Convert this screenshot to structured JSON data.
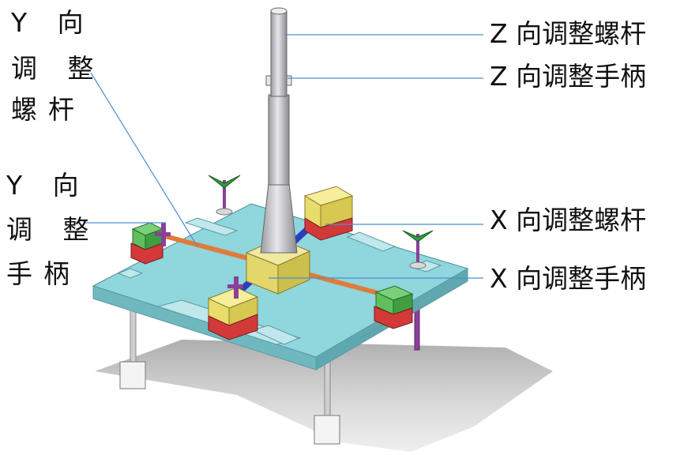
{
  "labels": {
    "y_screw": [
      "Y 向",
      "调 整",
      "螺杆"
    ],
    "y_handle": [
      "Y 向",
      "调 整",
      "手柄"
    ],
    "z_screw": "Z 向调整螺杆",
    "z_handle": "Z 向调整手柄",
    "x_screw": "X 向调整螺杆",
    "x_handle": "X 向调整手柄"
  },
  "colors": {
    "plate": "#9ee0e6",
    "rail": "#bfe7ec",
    "block_yellow": "#f2e88a",
    "block_green": "#5fbf5f",
    "block_red": "#d23a3a",
    "screw_orange": "#e07b3a",
    "screw_blue": "#2a3fbf",
    "handle_purple": "#8a3f9a",
    "handle_green": "#2f9a3a",
    "column": "#c8c8cc",
    "leader": "#4a8fd0"
  }
}
